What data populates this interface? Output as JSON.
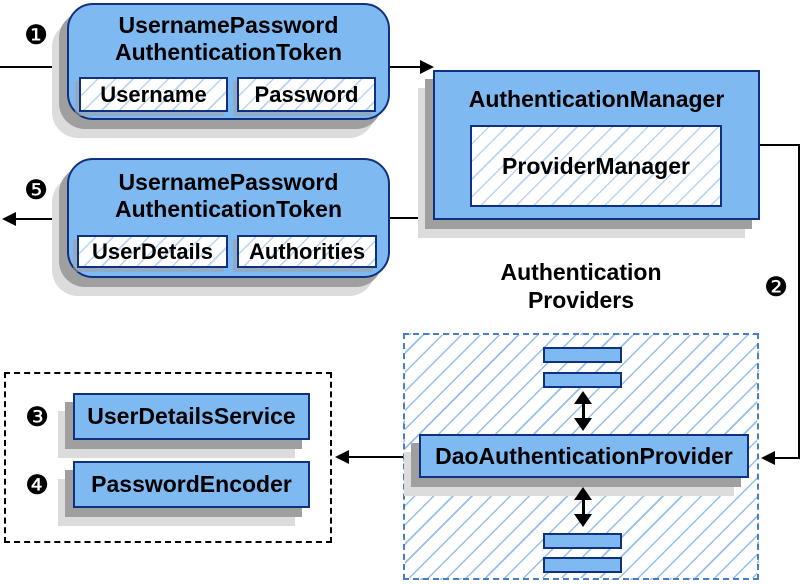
{
  "badges": {
    "step1": "❶",
    "step2": "❷",
    "step3": "❸",
    "step4": "❹",
    "step5": "❺"
  },
  "request_token": {
    "title_line1": "UsernamePassword",
    "title_line2": "AuthenticationToken",
    "fields": [
      "Username",
      "Password"
    ]
  },
  "authentication_manager": {
    "title": "AuthenticationManager",
    "inner": "ProviderManager"
  },
  "result_token": {
    "title_line1": "UsernamePassword",
    "title_line2": "AuthenticationToken",
    "fields": [
      "UserDetails",
      "Authorities"
    ]
  },
  "providers_group": {
    "title_line1": "Authentication",
    "title_line2": "Providers",
    "dao_label": "DaoAuthenticationProvider"
  },
  "services_group": {
    "items": [
      "UserDetailsService",
      "PasswordEncoder"
    ]
  },
  "colors": {
    "background": "#ffffff",
    "node_fill": "#7fb9f2",
    "node_border": "#10327e",
    "hatch_line": "#a9cdf2",
    "providers_dash": "#4a7dc8",
    "services_dash": "#000000",
    "shadow_dark": "#9f9f9f",
    "shadow_light": "#dcdcdc",
    "arrow": "#000000"
  }
}
